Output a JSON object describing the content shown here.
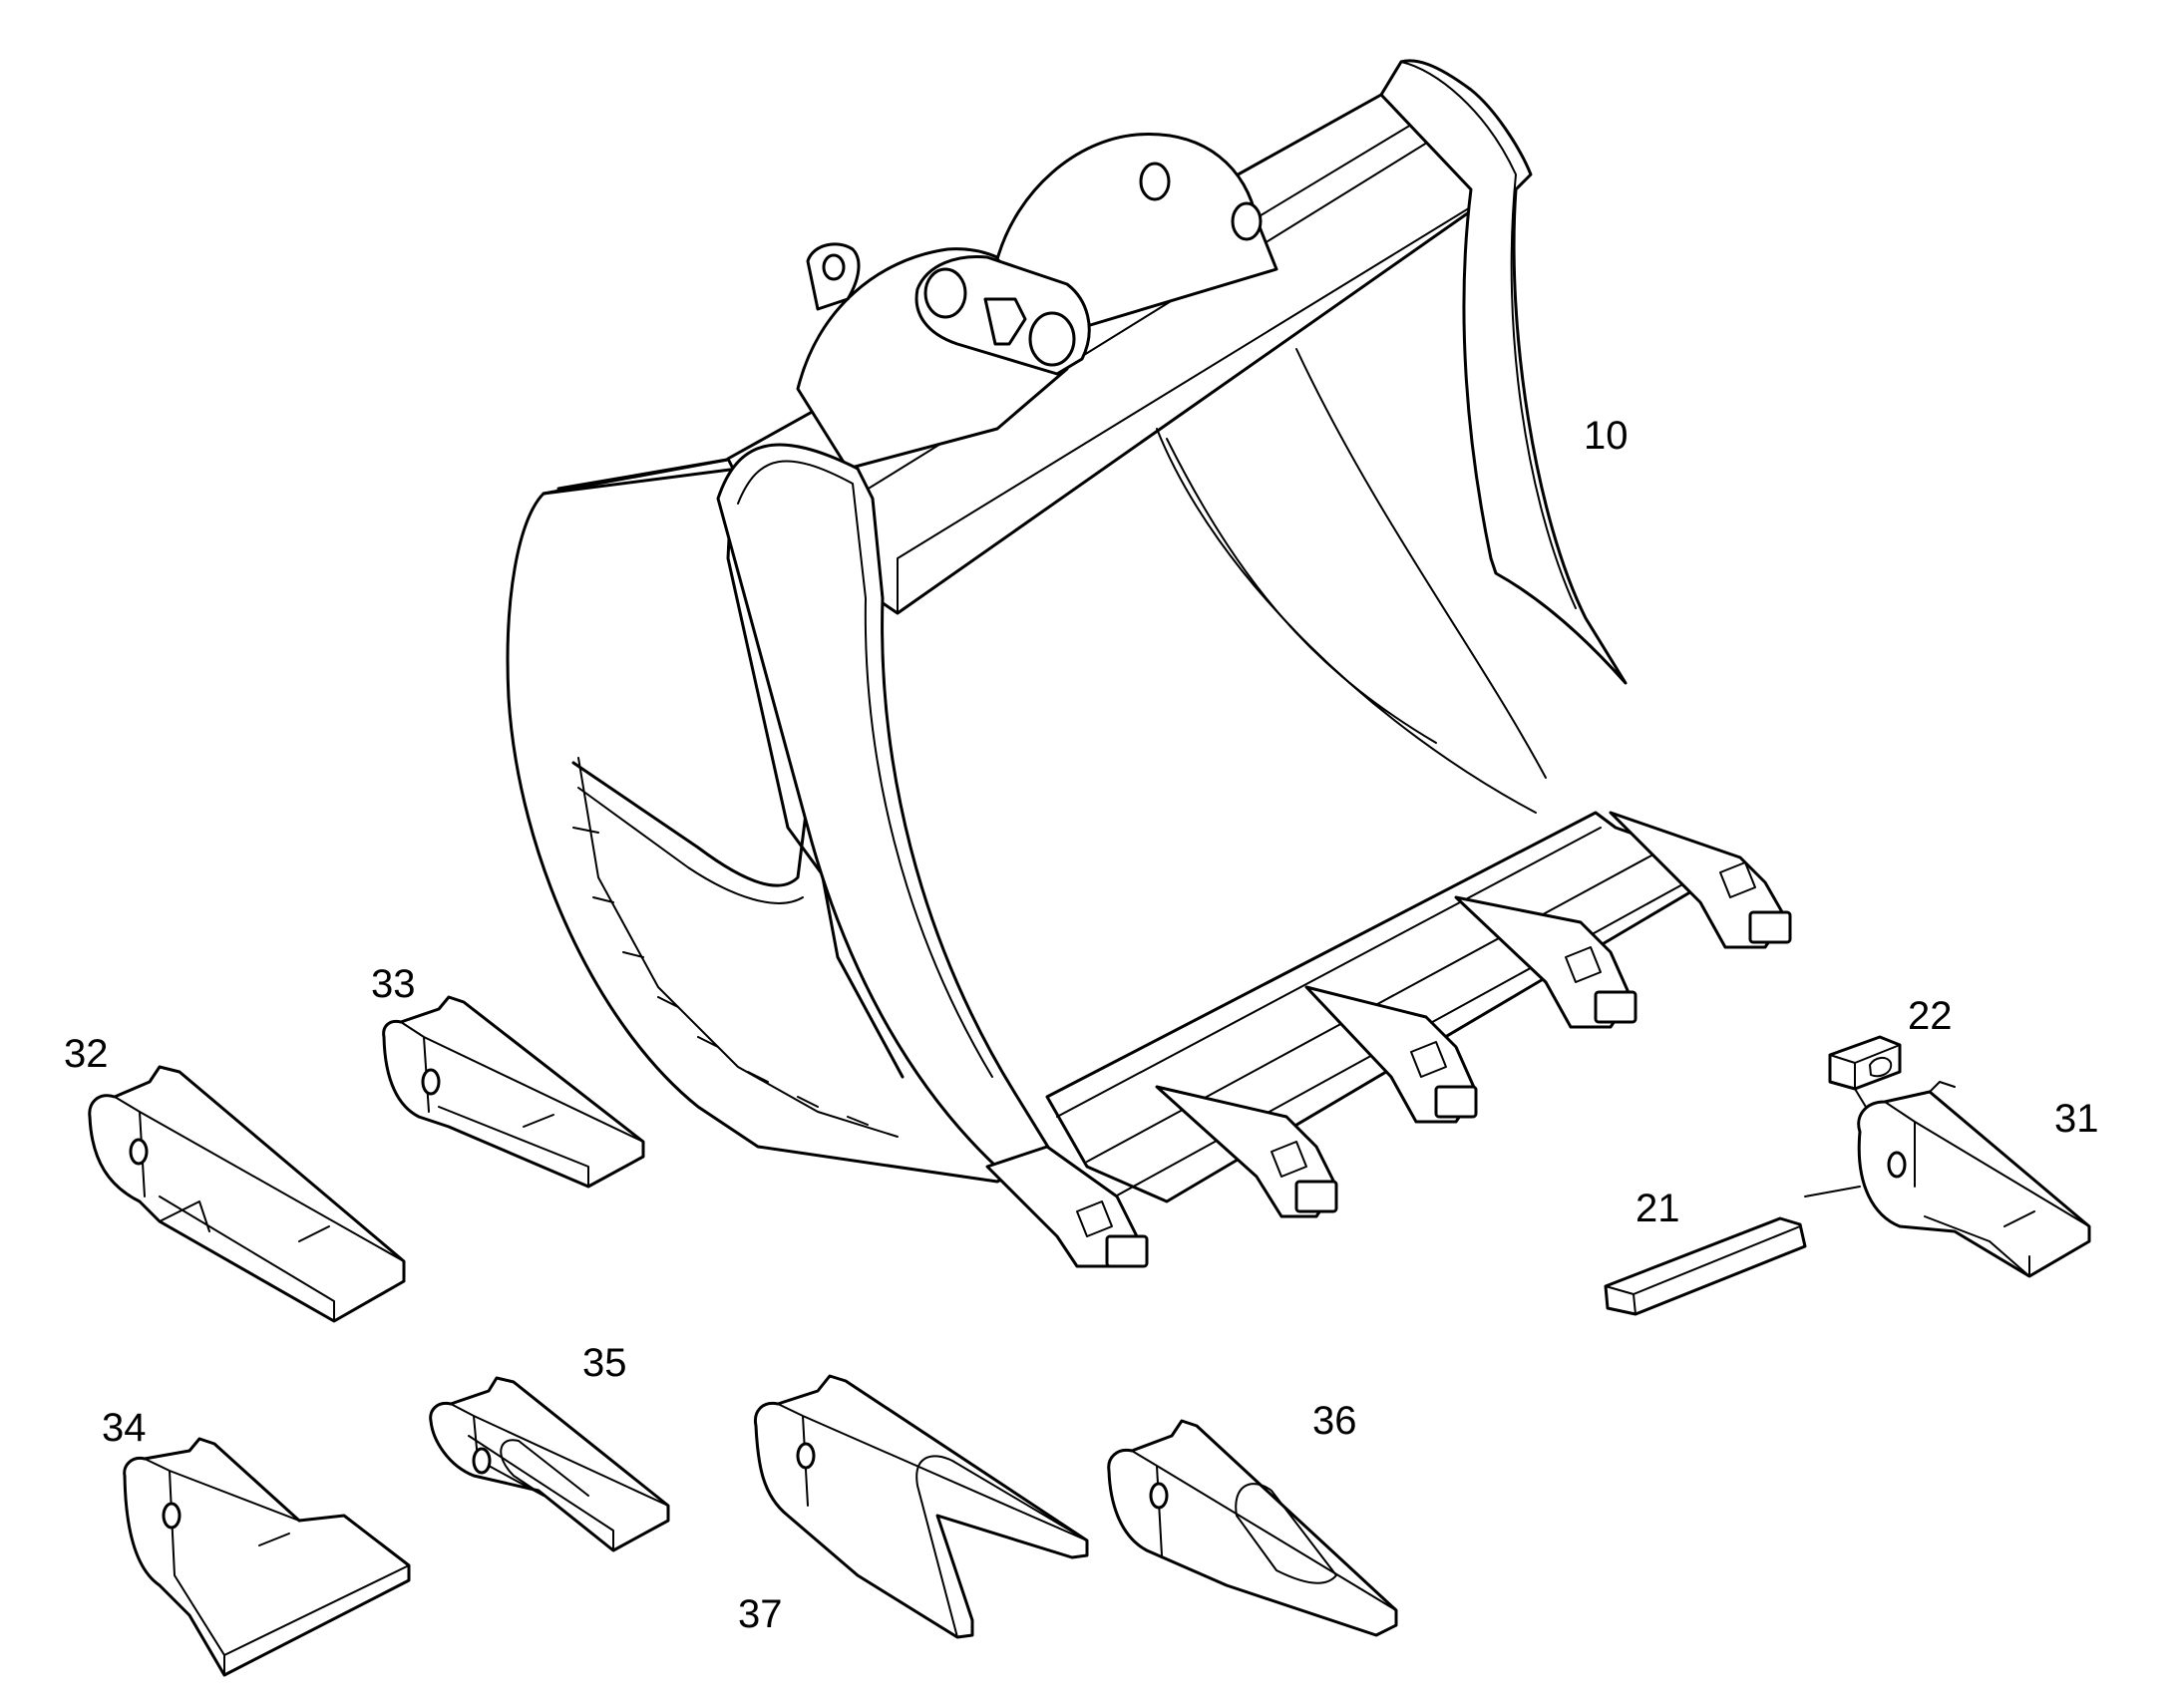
{
  "callouts": {
    "c10": "10",
    "c21": "21",
    "c22": "22",
    "c31": "31",
    "c32": "32",
    "c33": "33",
    "c34": "34",
    "c35": "35",
    "c36": "36",
    "c37": "37"
  }
}
